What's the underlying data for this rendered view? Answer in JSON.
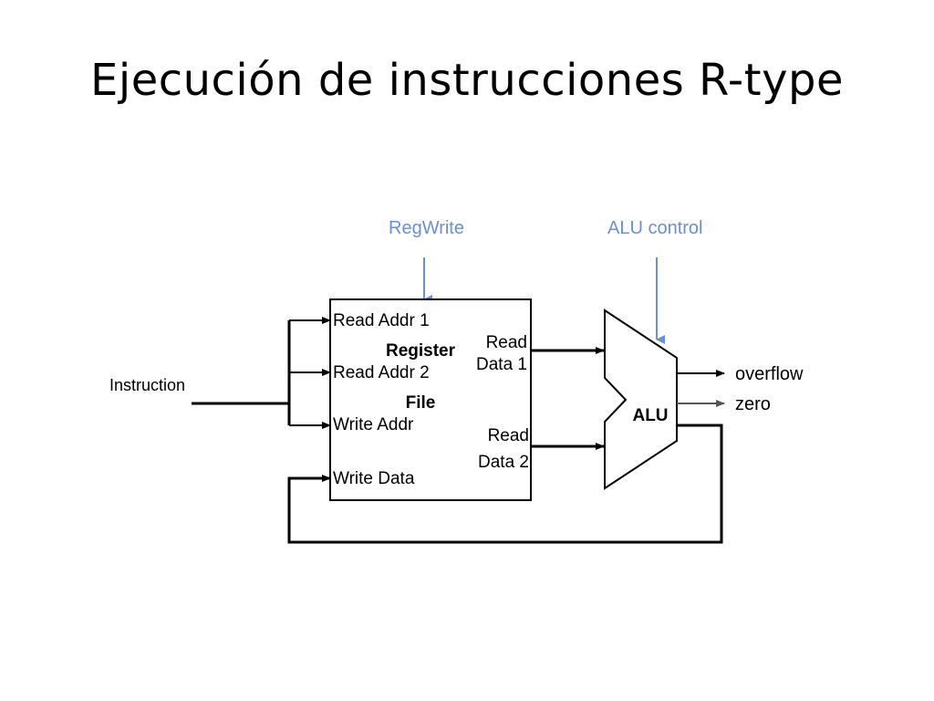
{
  "slide": {
    "title": "Ejecución de instrucciones R-type"
  },
  "diagram": {
    "control_color": "#6b8fd6",
    "control_signals": {
      "regwrite": "RegWrite",
      "alu_control": "ALU control"
    },
    "instruction_label": "Instruction",
    "register_file": {
      "title_line1": "Register",
      "title_line2": "File",
      "inputs": [
        "Read Addr 1",
        "Read Addr 2",
        "Write Addr",
        "Write Data"
      ],
      "read_data_1": [
        "Read",
        "Data 1"
      ],
      "read_data_2": [
        "Read",
        "Data 2"
      ]
    },
    "alu": {
      "label": "ALU",
      "outputs": [
        "overflow",
        "zero"
      ]
    }
  }
}
